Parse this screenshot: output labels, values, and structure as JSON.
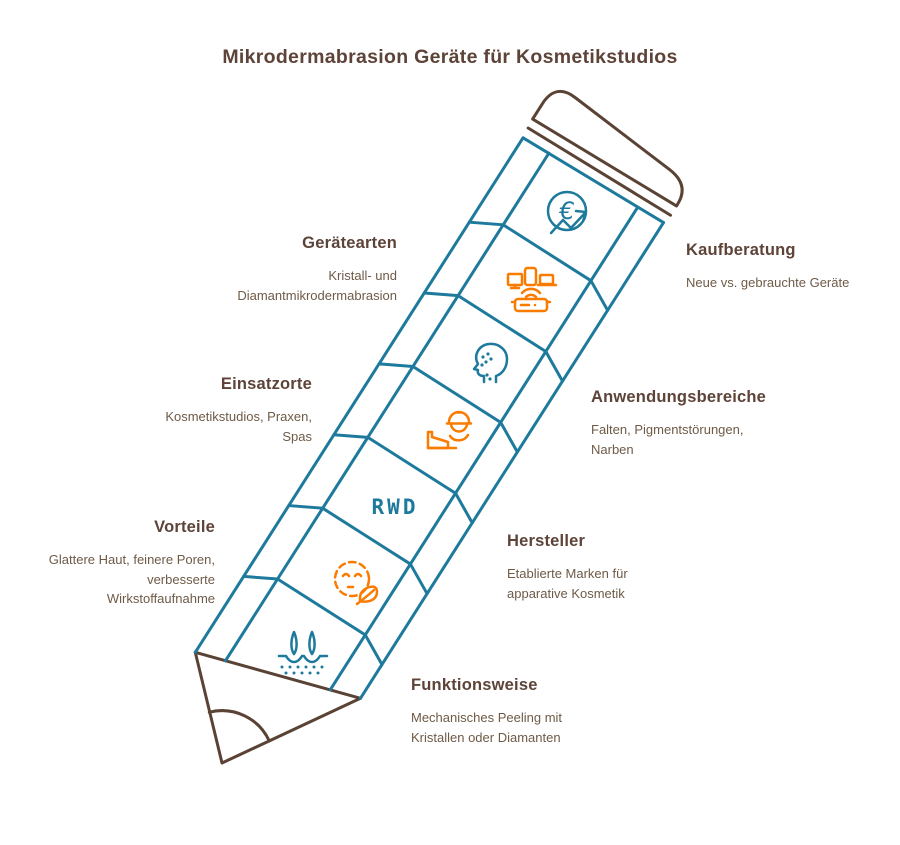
{
  "title": "Mikrodermabrasion Geräte für Kosmetikstudios",
  "colors": {
    "teal": "#1E7A9C",
    "orange": "#F97B00",
    "pencil_brown": "#5A4335",
    "heading_brown": "#5D4338",
    "subtext_brown": "#6E5A47",
    "background": "#FFFFFF"
  },
  "labels": {
    "left": [
      {
        "heading": "Gerätearten",
        "text": "Kristall- und\nDiamantmikrodermabrasion"
      },
      {
        "heading": "Einsatzorte",
        "text": "Kosmetikstudios, Praxen,\nSpas"
      },
      {
        "heading": "Vorteile",
        "text": "Glattere Haut, feinere Poren,\nverbesserte\nWirkstoffaufnahme"
      }
    ],
    "right": [
      {
        "heading": "Kaufberatung",
        "text": "Neue vs. gebrauchte Geräte"
      },
      {
        "heading": "Anwendungsbereiche",
        "text": "Falten, Pigmentstörungen,\nNarben"
      },
      {
        "heading": "Hersteller",
        "text": "Etablierte Marken für\napparative Kosmetik"
      },
      {
        "heading": "Funktionsweise",
        "text": "Mechanisches Peeling mit\nKristallen oder Diamanten"
      }
    ]
  },
  "pencil": {
    "segments": [
      {
        "icon": "euro-growth-icon",
        "color": "teal",
        "symbol": "€"
      },
      {
        "icon": "devices-network-icon",
        "color": "orange"
      },
      {
        "icon": "head-profile-icon",
        "color": "teal"
      },
      {
        "icon": "person-treatment-icon",
        "color": "orange"
      },
      {
        "icon": "rwd-label",
        "color": "teal",
        "text": "RWD"
      },
      {
        "icon": "face-leaf-icon",
        "color": "orange"
      },
      {
        "icon": "hair-follicle-icon",
        "color": "teal"
      }
    ]
  }
}
